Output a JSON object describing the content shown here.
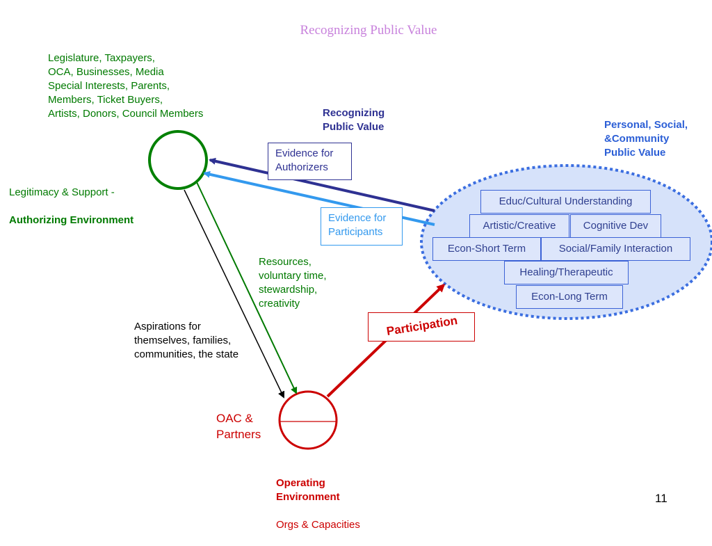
{
  "title": "Recognizing Public Value",
  "authorizers_list": "Legislature, Taxpayers,\nOCA, Businesses, Media\nSpecial Interests, Parents,\nMembers, Ticket Buyers,\nArtists, Donors, Council Members",
  "legitimacy": {
    "line1": "Legitimacy & Support -",
    "line2": "Authorizing Environment"
  },
  "recognizing_label": "Recognizing\nPublic Value",
  "public_value_label": "Personal, Social,\n&Community\nPublic Value",
  "evidence_authorizers": "Evidence for\nAuthorizers",
  "evidence_participants": "Evidence for\nParticipants",
  "resources": "Resources,\nvoluntary time,\nstewardship,\ncreativity",
  "aspirations": "Aspirations for\nthemselves, families,\ncommunities, the state",
  "participation": "Participation",
  "oac": "OAC &\nPartners",
  "operating": {
    "line1": "Operating\nEnvironment",
    "line2": "Orgs & Capacities"
  },
  "value_boxes": {
    "educ": "Educ/Cultural Understanding",
    "artistic": "Artistic/Creative",
    "cognitive": "Cognitive Dev",
    "econ_short": "Econ-Short Term",
    "social": "Social/Family Interaction",
    "healing": "Healing/Therapeutic",
    "econ_long": "Econ-Long Term"
  },
  "page_number": "11",
  "colors": {
    "title": "#c882dc",
    "green": "#007a00",
    "navy": "#2e3192",
    "light_blue": "#3399ee",
    "red": "#cc0000",
    "ellipse_fill": "#d6e2fa",
    "ellipse_border": "#3b6ee0"
  }
}
